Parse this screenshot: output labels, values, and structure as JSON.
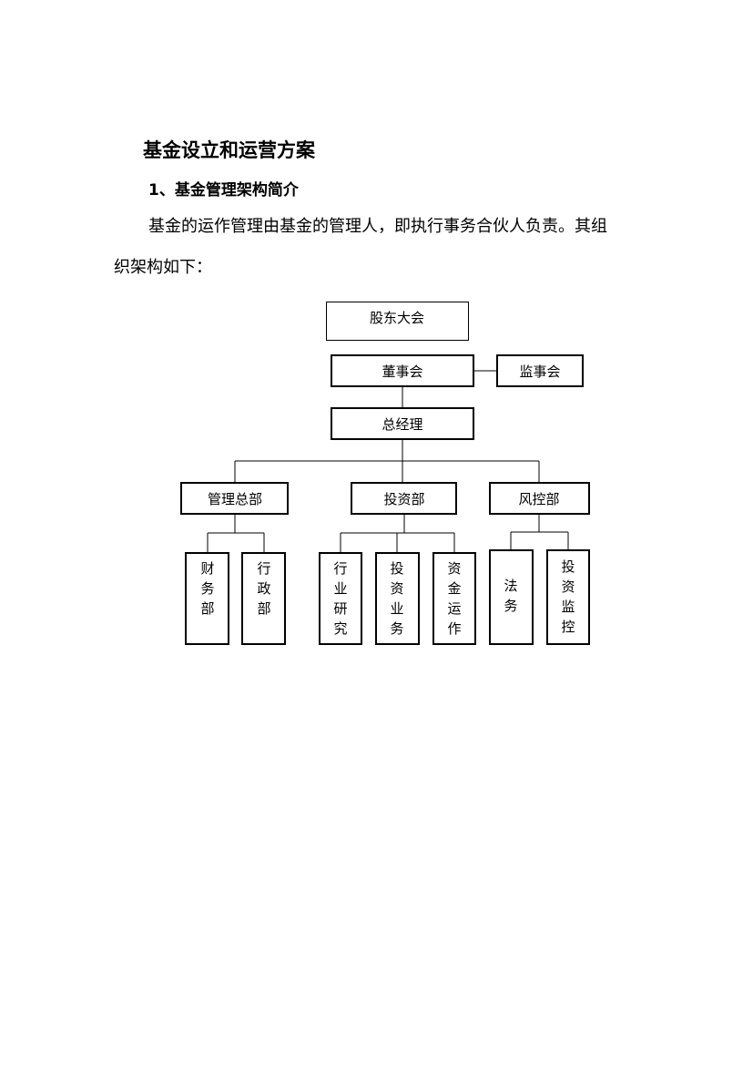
{
  "document": {
    "title": "基金设立和运营方案",
    "section_heading": "1、基金管理架构简介",
    "paragraph_line_1": "基金的运作管理由基金的管理人，即执行事务合伙人负责。其组",
    "paragraph_line_2": "织架构如下："
  },
  "org_chart": {
    "shareholders_meeting": "股东大会",
    "board_of_directors": "董事会",
    "board_of_supervisors": "监事会",
    "general_manager": "总经理",
    "departments": [
      {
        "label": "管理总部",
        "units": [
          "财务部",
          "行政部"
        ]
      },
      {
        "label": "投资部",
        "units": [
          "行业研究",
          "投资业务",
          "资金运作"
        ]
      },
      {
        "label": "风控部",
        "units": [
          "法务",
          "投资监控"
        ]
      }
    ]
  }
}
